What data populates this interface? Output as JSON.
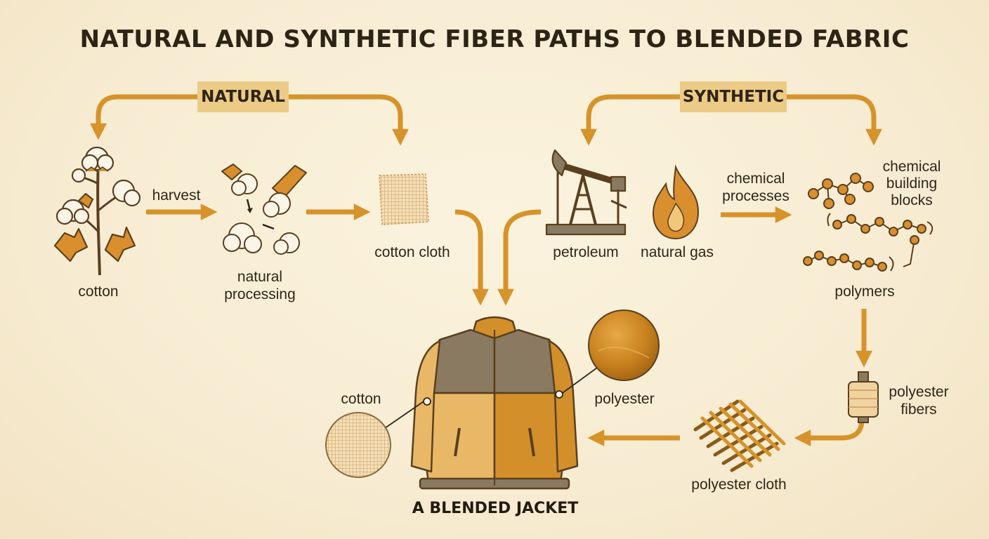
{
  "title": "NATURAL AND SYNTHETIC FIBER PATHS TO BLENDED FABRIC",
  "badges": {
    "natural": "NATURAL",
    "synthetic": "SYNTHETIC"
  },
  "labels": {
    "cotton_plant": "cotton",
    "harvest": "harvest",
    "natural_processing": [
      "natural",
      "processing"
    ],
    "cotton_cloth": "cotton cloth",
    "petroleum": "petroleum",
    "natural_gas": "natural gas",
    "chemical_processes": [
      "chemical",
      "processes"
    ],
    "chemical_building_blocks": [
      "chemical",
      "building",
      "blocks"
    ],
    "polymers": "polymers",
    "polyester_fibers": [
      "polyester",
      "fibers"
    ],
    "polyester_cloth": "polyester cloth",
    "cotton_swatch": "cotton",
    "polyester_swatch": "polyester",
    "jacket": "A BLENDED JACKET"
  },
  "colors": {
    "arrow": "#d6932a",
    "badge": "#eccb86",
    "outline": "#5a3f1f",
    "cotton_panel": "#e9b866",
    "poly_panel": "#d28f2a",
    "gray_panel": "#8a7a62"
  }
}
